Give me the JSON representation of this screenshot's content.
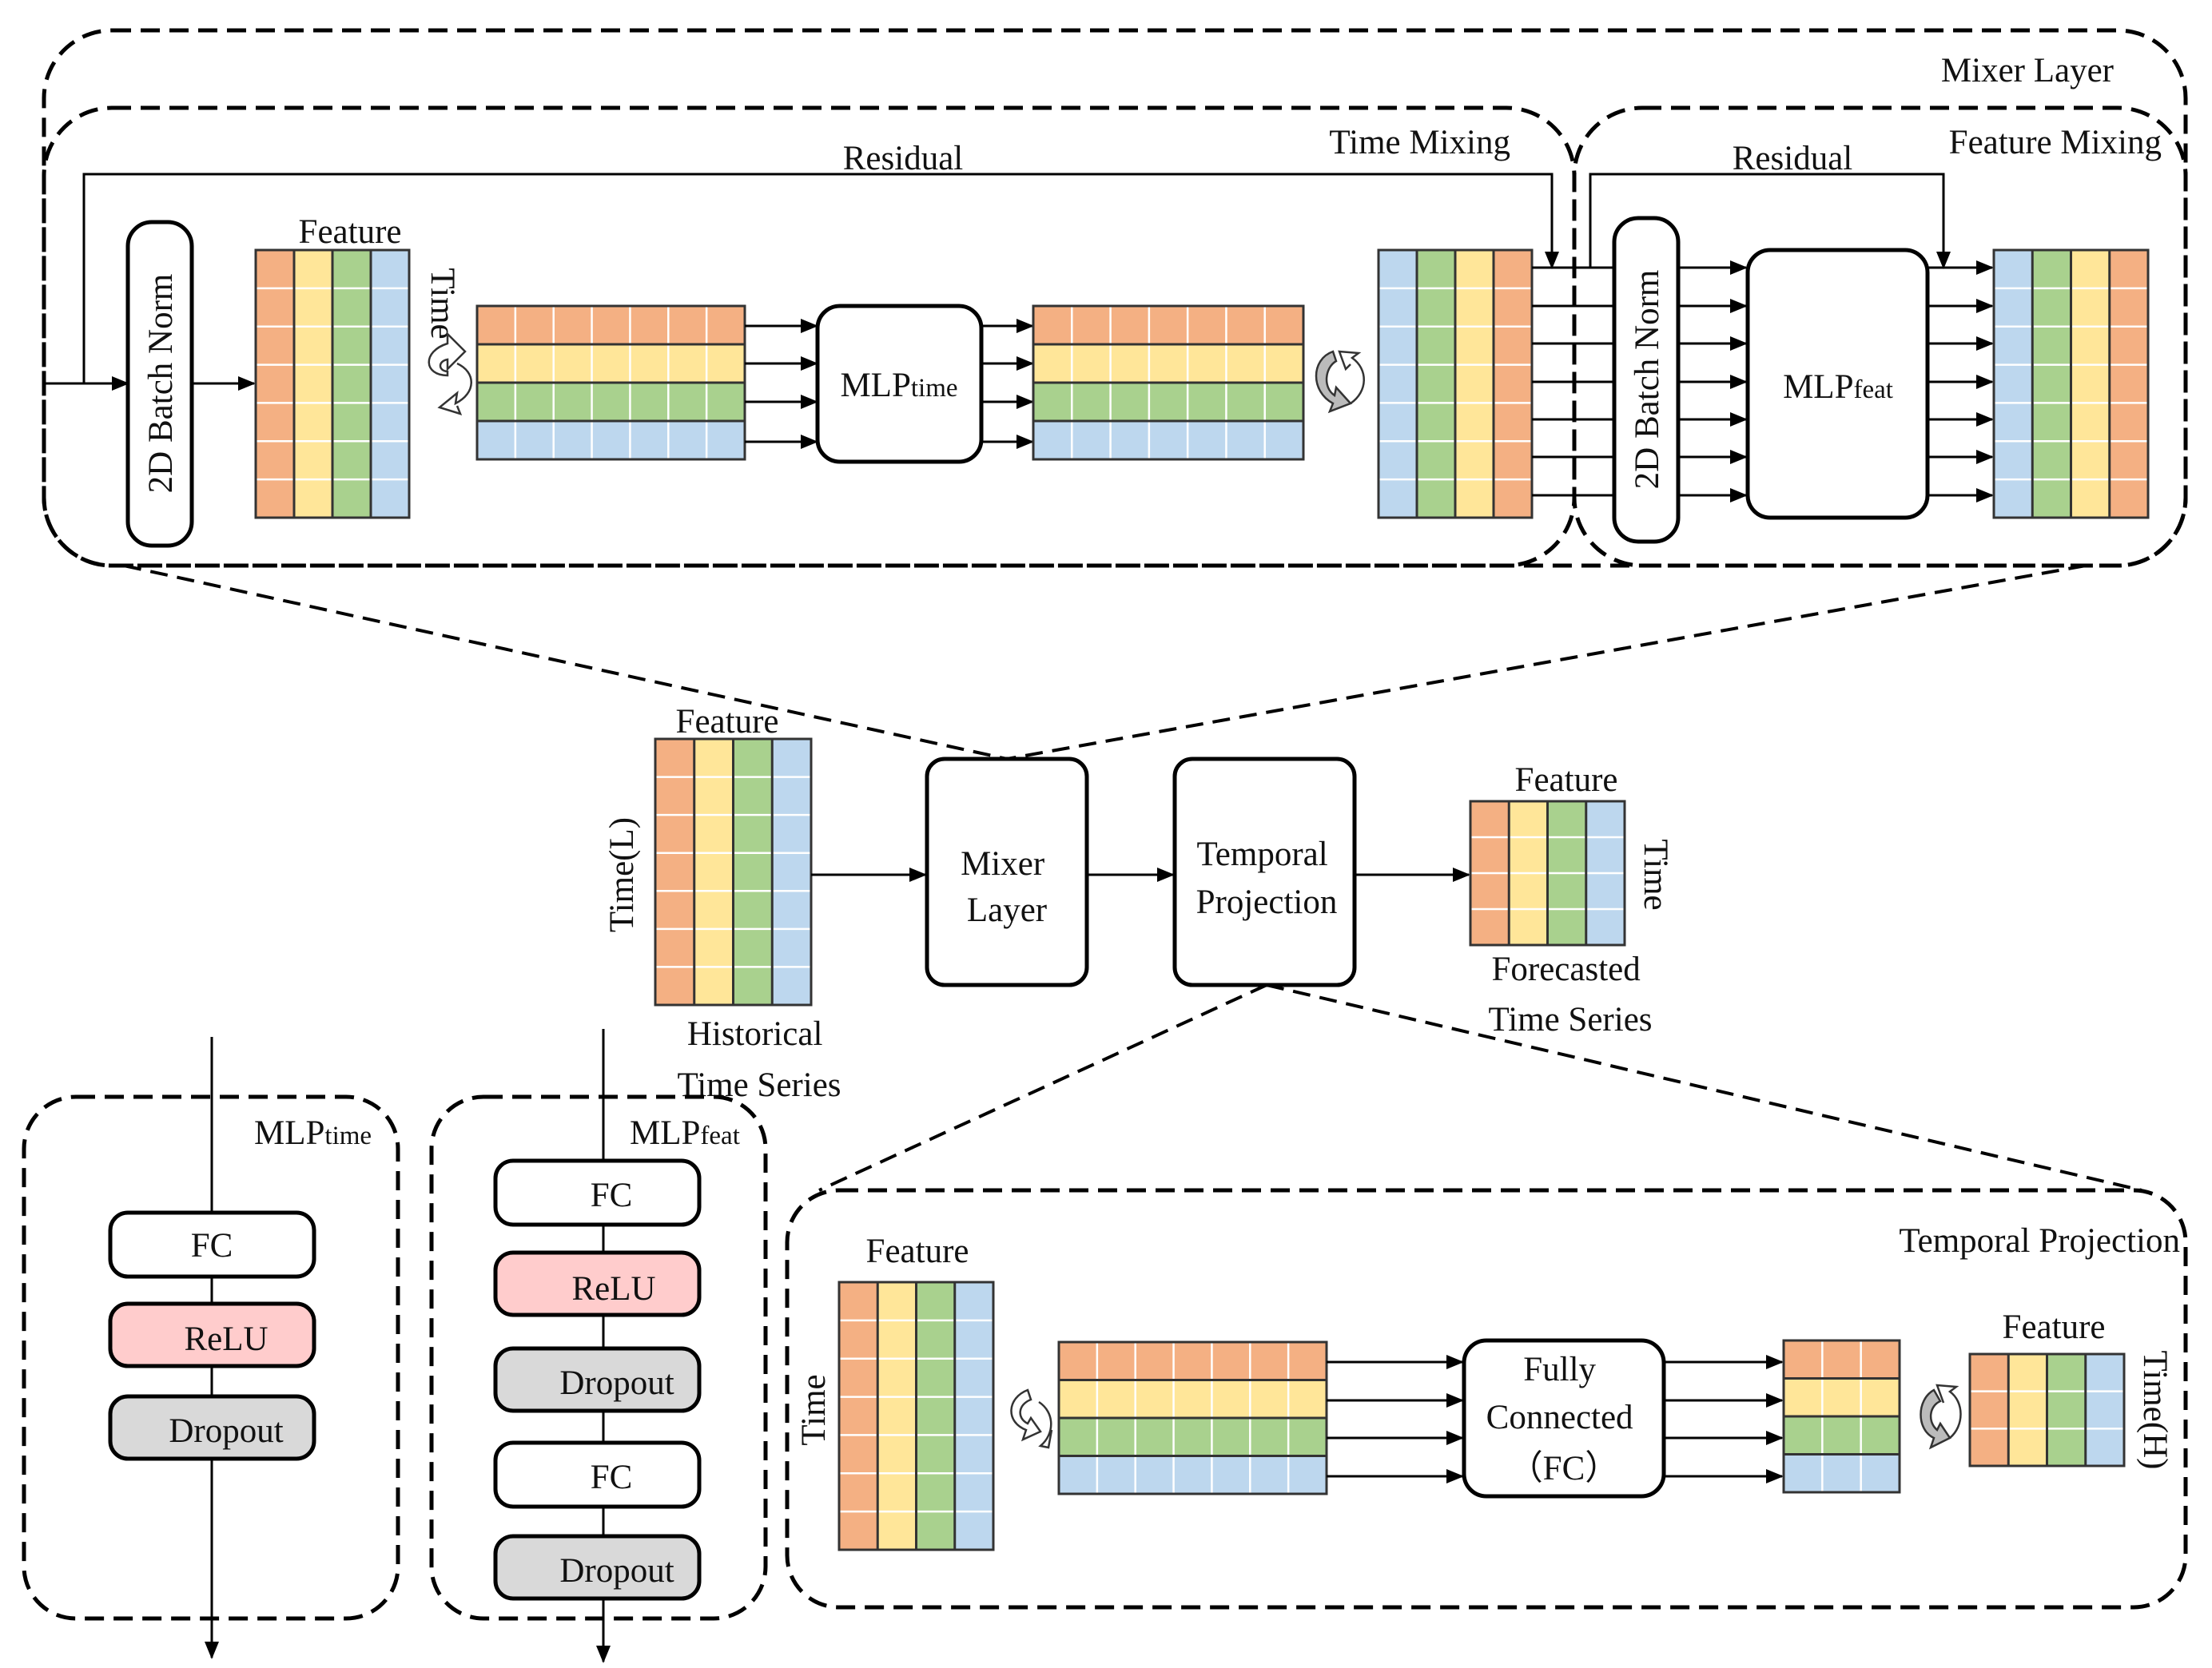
{
  "colors": {
    "orange": "#F4B083",
    "yellow": "#FFE699",
    "green": "#A9D18E",
    "blue": "#BDD7EE",
    "relu": "#FFCCCC",
    "dropout": "#D9D9D9"
  },
  "mixer_layer": {
    "title": "Mixer Layer",
    "time_mixing": {
      "title": "Time Mixing",
      "residual": "Residual",
      "batch_norm": "2D Batch Norm",
      "feature_label": "Feature",
      "time_label": "Time",
      "mlp_main": "MLP",
      "mlp_sub": "time"
    },
    "feature_mixing": {
      "title": "Feature Mixing",
      "residual": "Residual",
      "batch_norm": "2D Batch Norm",
      "mlp_main": "MLP",
      "mlp_sub": "feat"
    }
  },
  "pipeline": {
    "input_feature_label": "Feature",
    "input_time_label": "Time(L)",
    "input_caption": [
      "Historical",
      "Time Series"
    ],
    "mixer_block": [
      "Mixer",
      "Layer"
    ],
    "temporal_block": [
      "Temporal",
      "Projection"
    ],
    "output_feature_label": "Feature",
    "output_time_label": "Time",
    "output_caption": [
      "Forecasted",
      "Time Series"
    ]
  },
  "mlp_time_detail": {
    "title_main": "MLP",
    "title_sub": "time",
    "layers": [
      "FC",
      "ReLU",
      "Dropout"
    ]
  },
  "mlp_feat_detail": {
    "title_main": "MLP",
    "title_sub": "feat",
    "layers": [
      "FC",
      "ReLU",
      "Dropout",
      "FC",
      "Dropout"
    ]
  },
  "temporal_projection": {
    "title": "Temporal Projection",
    "feature_label": "Feature",
    "time_label": "Time",
    "fc_lines": [
      "Fully",
      "Connected",
      "（FC）"
    ],
    "output_feature_label": "Feature",
    "output_time_label": "Time(H)"
  }
}
